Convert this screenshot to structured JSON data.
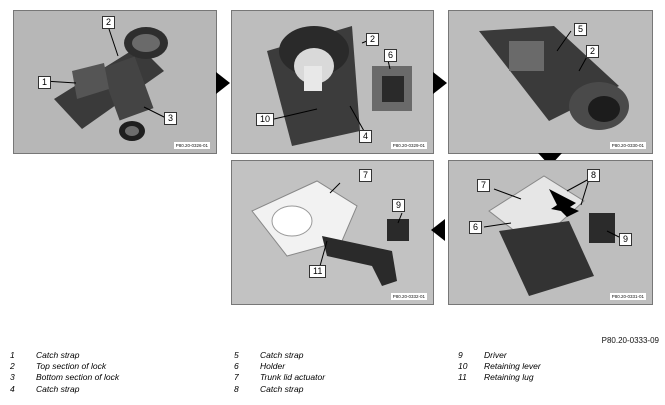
{
  "panels": [
    {
      "code": "P80.20-0326-01",
      "callouts": [
        "1",
        "2",
        "3"
      ]
    },
    {
      "code": "P80.20-0329-01",
      "callouts": [
        "2",
        "6",
        "10",
        "4"
      ]
    },
    {
      "code": "P80.20-0330-01",
      "callouts": [
        "5",
        "2"
      ]
    },
    {
      "code": "P80.20-0331-01",
      "callouts": [
        "7",
        "8",
        "6",
        "9"
      ]
    },
    {
      "code": "P80.20-0332-01",
      "callouts": [
        "7",
        "9",
        "11"
      ]
    }
  ],
  "figure_ref": "P80.20-0333-09",
  "legend": [
    {
      "num": "1",
      "label": "Catch strap"
    },
    {
      "num": "2",
      "label": "Top section of lock"
    },
    {
      "num": "3",
      "label": "Bottom section of lock"
    },
    {
      "num": "4",
      "label": "Catch strap"
    },
    {
      "num": "5",
      "label": "Catch strap"
    },
    {
      "num": "6",
      "label": "Holder"
    },
    {
      "num": "7",
      "label": "Trunk lid actuator"
    },
    {
      "num": "8",
      "label": "Catch strap"
    },
    {
      "num": "9",
      "label": "Driver"
    },
    {
      "num": "10",
      "label": "Retaining lever"
    },
    {
      "num": "11",
      "label": "Retaining lug"
    }
  ]
}
